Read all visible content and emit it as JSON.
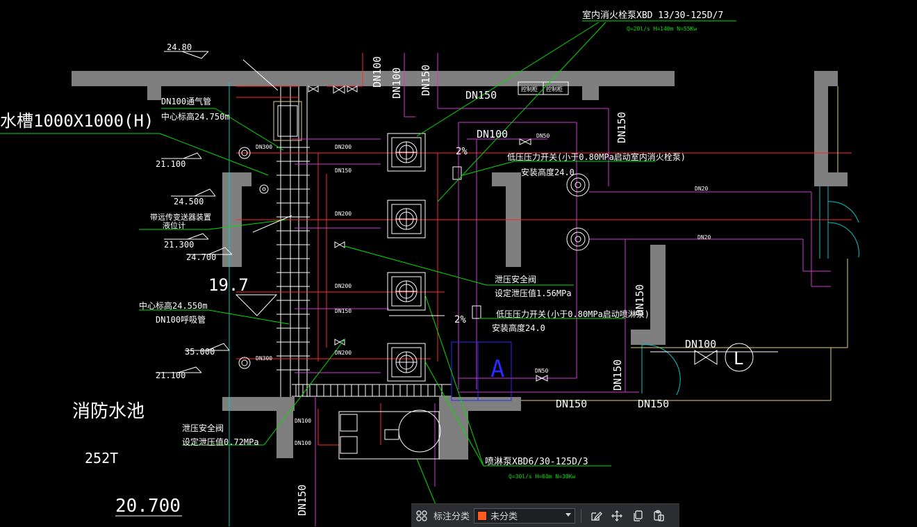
{
  "colors": {
    "background": "#000000",
    "wall": "#7f7f7f",
    "white_line": "#ffffff",
    "red_pipe": "#ff2a2a",
    "magenta_pipe": "#d936d9",
    "green_leader": "#00e000",
    "cyan_line": "#00c8c8",
    "yellow_line": "#e6d27a",
    "blue_line": "#2a2aff",
    "swatch": "#ff5a1f"
  },
  "annotations": {
    "indoor_pump": "室内消火栓泵XBD 13/30-125D/7",
    "indoor_pump_spec": "Q=20l/s H=140m N=55Kw",
    "spray_pump": "喷淋泵XBD6/30-125D/3",
    "spray_pump_spec": "Q=30l/s H=60m N=30Kw",
    "low_pressure_switch_1": "低压压力开关(小于0.80MPa启动室内消火栓泵)",
    "install_height_1": "安装高度24.0",
    "low_pressure_switch_2": "低压压力开关(小于0.80MPa启动喷淋泵)",
    "install_height_2": "安装高度24.0",
    "relief_valve_1": "泄压安全阀",
    "relief_setting_1": "设定泄压值1.56MPa",
    "relief_valve_2": "泄压安全阀",
    "relief_setting_2": "设定泄压值0.72MPa",
    "vent_pipe": "DN100通气管",
    "vent_center": "中心标高24.750m",
    "breath_center": "中心标高24.550m",
    "breath_pipe": "DN100呼吸管",
    "level_gauge_1": "带远传变送器装置",
    "level_gauge_2": "液位计",
    "tank": "水槽1000X1000(H)",
    "fire_pool": "消防水池",
    "pool_volume": "252T",
    "elev_20700": "20.700",
    "elev_19_7": "19.7",
    "elev_24_80": "24.80",
    "elev_21_100a": "21.100",
    "elev_24_500": "24.500",
    "elev_21_300": "21.300",
    "elev_24_700": "24.700",
    "elev_35_000": "35.000",
    "elev_21_100b": "21.100",
    "slope_1": "2%",
    "slope_2": "2%",
    "box_1": "控制柜",
    "box_2": "控制柜",
    "letter_A": "A",
    "letter_L": "L"
  },
  "dn_labels": {
    "dn100_a": "DN100",
    "dn100_b": "DN100",
    "dn150_a": "DN150",
    "dn150_b": "DN150",
    "dn100_c": "DN100",
    "dn150_c": "DN150",
    "dn150_d": "DN150",
    "dn100_d": "DN100",
    "dn150_e": "DN150",
    "dn150_f": "DN150",
    "dn150_g": "DN150",
    "dn150_h": "DN150",
    "small_dn50_a": "DN50",
    "small_dn20_a": "DN20",
    "small_dn20_b": "DN20",
    "small_dn50_b": "DN50",
    "small_dn200_a": "DN200",
    "small_dn150_a": "DN150",
    "small_dn200_b": "DN200",
    "small_dn200_c": "DN200",
    "small_dn150_b": "DN150",
    "small_dn200_d": "DN200",
    "small_dn300_a": "DN300",
    "small_dn300_b": "DN300",
    "small_dn100_a": "DN100",
    "small_dn100_b": "DN100"
  },
  "toolbar": {
    "grid_icon": "grid-icon",
    "label": "标注分类",
    "selected_value": "未分类",
    "icons": [
      "edit-icon",
      "move-icon",
      "copy-icon",
      "paste-icon"
    ]
  }
}
